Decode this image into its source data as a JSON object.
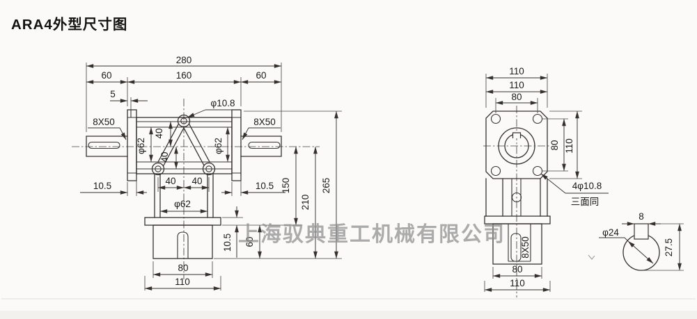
{
  "page": {
    "title": "ARA4外型尺寸图",
    "watermark": "上海驭典重工机械有限公司",
    "background_color": "#fbfaf8",
    "line_color": "#35322e"
  },
  "front_view": {
    "dims": {
      "overall_width": "280",
      "segment_left": "60",
      "segment_mid": "160",
      "segment_right": "60",
      "flange_step": "5",
      "keyway_left": "8X50",
      "keyway_right": "8X50",
      "top_hole_dia": "φ10.8",
      "boss_dia_left": "φ62",
      "boss_dia_right": "φ62",
      "center_to_top_hole": "40",
      "center_to_bottom_hole": "40",
      "bottom_hole_left": "40",
      "bottom_hole_right": "40",
      "leg_bore_dia": "φ62",
      "flange_thickness_left": "10.5",
      "flange_thickness_right": "10.5",
      "center_to_base": "150",
      "center_to_bottom": "210",
      "overall_height": "265",
      "base_plate_thickness": "10.5",
      "base_to_bottom": "60",
      "shaft_block_width": "80",
      "base_plate_width": "110"
    }
  },
  "side_view": {
    "dims": {
      "overall_width": "110",
      "housing_width": "110",
      "bolt_span_top": "80",
      "bolt_span_side": "80",
      "flange_height": "110",
      "corner_holes": "4φ10.8",
      "corner_holes_note": "三面同",
      "keyway_bottom": "8X50",
      "block_width": "80",
      "base_width": "110"
    }
  },
  "shaft_detail": {
    "dims": {
      "key_width": "8",
      "shaft_dia": "φ24",
      "height_with_key": "27.5"
    }
  }
}
